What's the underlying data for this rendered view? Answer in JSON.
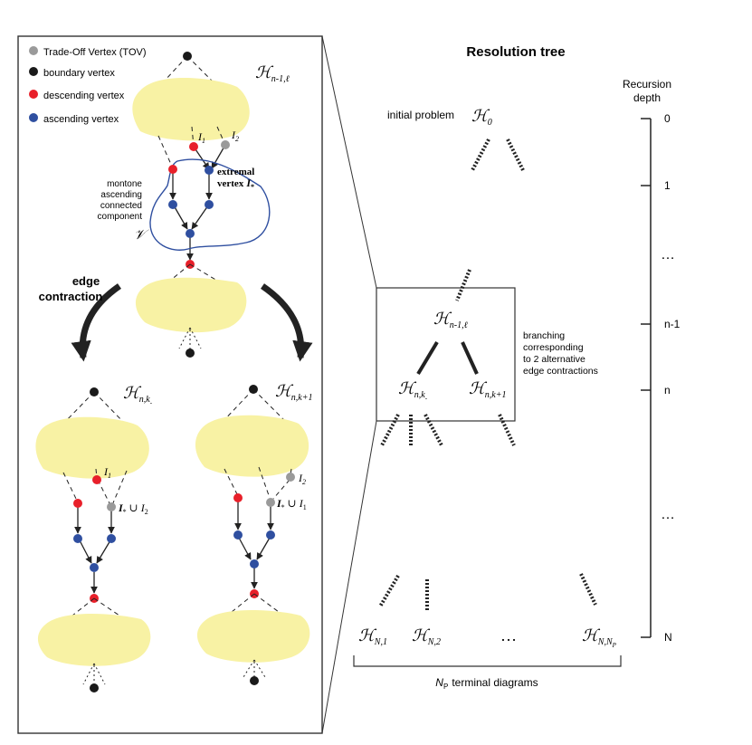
{
  "title": "Resolution tree",
  "legend": [
    {
      "label": "Trade-Off Vertex (TOV)",
      "color": "#9a9a9a"
    },
    {
      "label": "boundary vertex",
      "color": "#1a1a1a"
    },
    {
      "label": "descending vertex",
      "color": "#e8202a"
    },
    {
      "label": "ascending vertex",
      "color": "#2f4fa0"
    }
  ],
  "colors": {
    "blob": "#f8f2a4",
    "component_outline": "#2f4fa0",
    "frame": "#333333"
  },
  "left_panel": {
    "top_label": "ℋ",
    "top_label_sub": "n-1,ℓ",
    "I1": "I",
    "I1_sub": "1",
    "I2": "I",
    "I2_sub": "2",
    "extremal_line1": "extremal",
    "extremal_line2": "vertex",
    "extremal_var": "I",
    "extremal_var_sub": "*",
    "component_lines": [
      "montone",
      "ascending",
      "connected",
      "component"
    ],
    "component_symbol": "𝒱",
    "arrow_label_line1": "edge",
    "arrow_label_line2": "contraction",
    "left_result_label": "ℋ",
    "left_result_sub": "n,k",
    "left_result_subsub": "-",
    "right_result_label": "ℋ",
    "right_result_sub": "n,k+1",
    "union_left": "I",
    "union_left_sub": "*",
    "union_left_op": "∪",
    "union_left_rhs": "I",
    "union_left_rhs_sub": "2",
    "union_right": "I",
    "union_right_sub": "*",
    "union_right_op": "∪",
    "union_right_rhs": "I",
    "union_right_rhs_sub": "1",
    "sub_I1": "I",
    "sub_I1_sub": "1",
    "sub_I2": "I",
    "sub_I2_sub": "2"
  },
  "tree": {
    "initial_label": "initial problem",
    "root": "ℋ",
    "root_sub": "0",
    "mid": "ℋ",
    "mid_sub": "n-1,ℓ",
    "left_child": "ℋ",
    "left_child_sub": "n,k",
    "left_child_subsub": "-",
    "right_child": "ℋ",
    "right_child_sub": "n,k+1",
    "branch_note": [
      "branching",
      "corresponding",
      "to 2 alternative",
      "edge contractions"
    ],
    "terminal_1": "ℋ",
    "terminal_1_sub": "N,1",
    "terminal_2": "ℋ",
    "terminal_2_sub": "N,2",
    "terminal_ellipsis": "…",
    "terminal_last": "ℋ",
    "terminal_last_sub": "N,N",
    "terminal_last_subsub": "P",
    "terminal_note_var": "N",
    "terminal_note_sub": "P",
    "terminal_note": "terminal diagrams"
  },
  "depth_axis": {
    "title_line1": "Recursion",
    "title_line2": "depth",
    "ticks": [
      "0",
      "1",
      "…",
      "n-1",
      "n",
      "…",
      "N"
    ]
  }
}
